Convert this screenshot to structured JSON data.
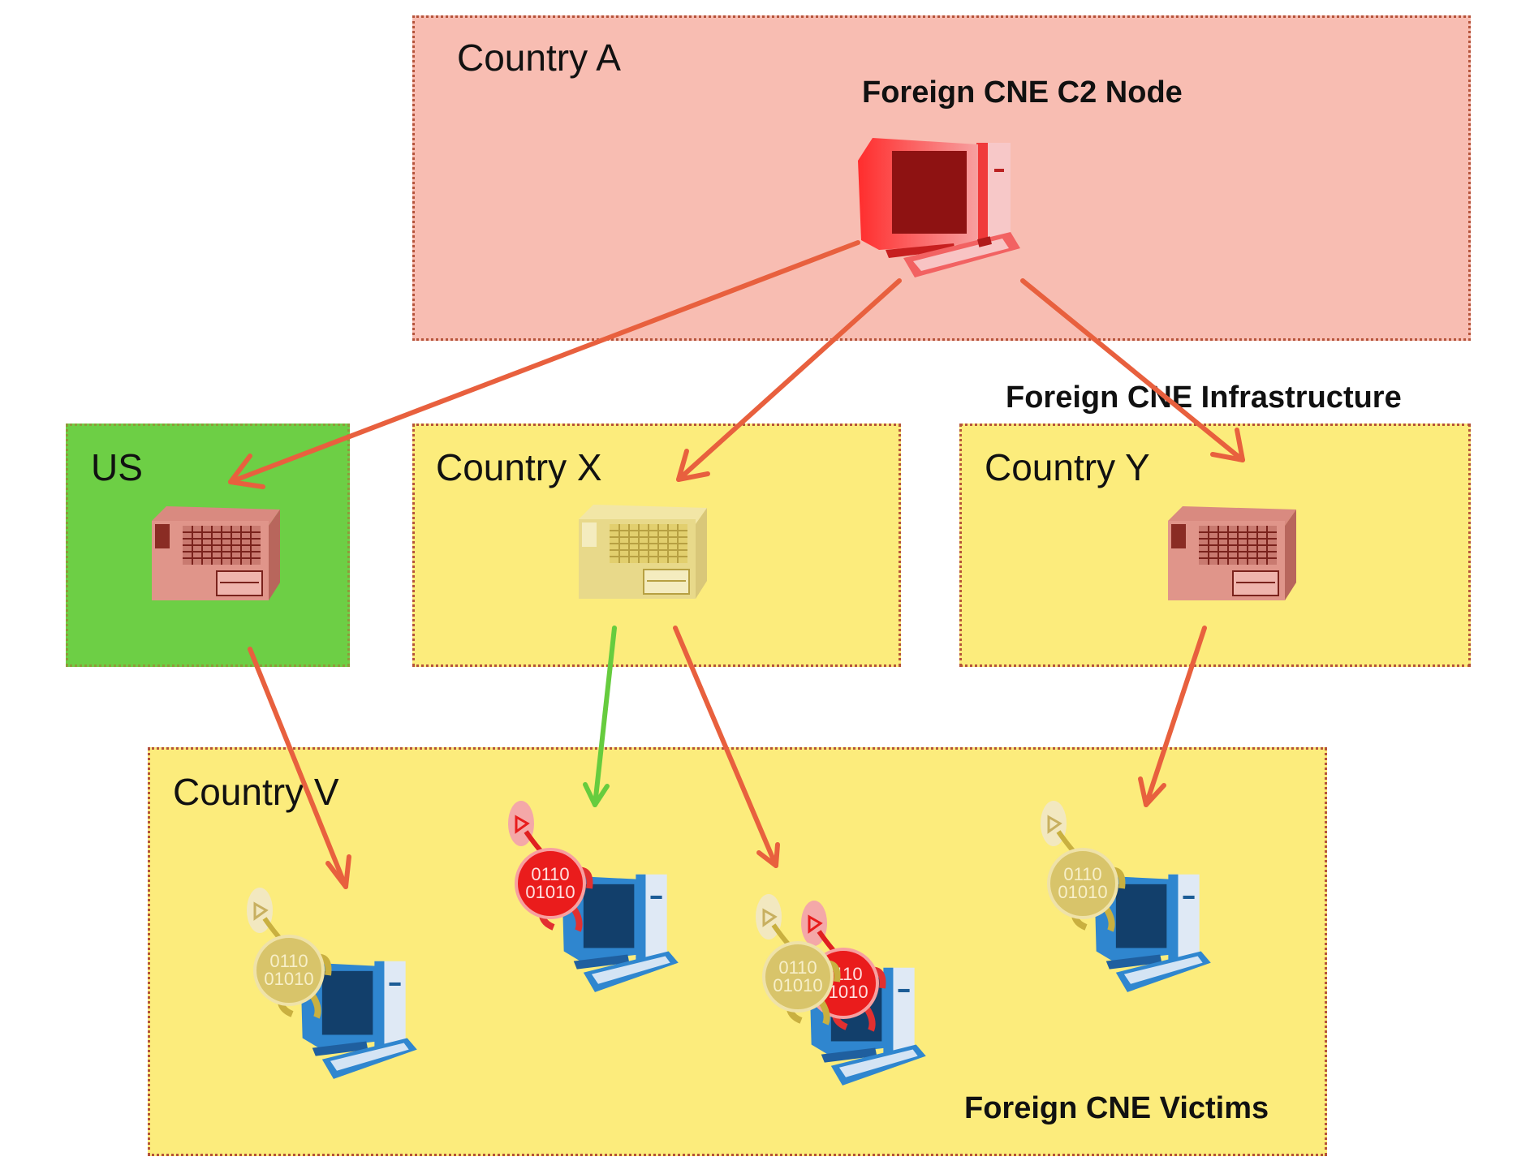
{
  "diagram": {
    "regions": {
      "country_a": {
        "label": "Country A",
        "fill": "#f8bdb2"
      },
      "us": {
        "label": "US",
        "fill": "#6dcf45"
      },
      "country_x": {
        "label": "Country X",
        "fill": "#fcec7c"
      },
      "country_y": {
        "label": "Country Y",
        "fill": "#fcec7c"
      },
      "country_v": {
        "label": "Country V",
        "fill": "#fcec7c"
      }
    },
    "captions": {
      "c2_node": "Foreign CNE C2 Node",
      "infrastructure": "Foreign CNE Infrastructure",
      "victims": "Foreign CNE Victims"
    },
    "nodes": [
      {
        "id": "c2",
        "icon": "red-desktop-computer-icon",
        "region": "country_a"
      },
      {
        "id": "us-server",
        "icon": "red-server-icon",
        "region": "us"
      },
      {
        "id": "x-server",
        "icon": "gold-server-icon",
        "region": "country_x"
      },
      {
        "id": "y-server",
        "icon": "red-server-icon",
        "region": "country_y"
      },
      {
        "id": "victim-1",
        "icon": "gold-infected-computer-icon",
        "region": "country_v"
      },
      {
        "id": "victim-2",
        "icon": "red-infected-computer-icon",
        "region": "country_v"
      },
      {
        "id": "victim-3",
        "icon": "gold-and-red-infected-computer-icon",
        "region": "country_v"
      },
      {
        "id": "victim-4",
        "icon": "gold-infected-computer-icon",
        "region": "country_v"
      }
    ],
    "edges": [
      {
        "from": "c2",
        "to": "us-server",
        "color": "#e8603e"
      },
      {
        "from": "c2",
        "to": "x-server",
        "color": "#e8603e"
      },
      {
        "from": "c2",
        "to": "y-server",
        "color": "#e8603e"
      },
      {
        "from": "us-server",
        "to": "victim-1",
        "color": "#e8603e"
      },
      {
        "from": "x-server",
        "to": "victim-2",
        "color": "#66cc3e"
      },
      {
        "from": "x-server",
        "to": "victim-3",
        "color": "#e8603e"
      },
      {
        "from": "y-server",
        "to": "victim-4",
        "color": "#e8603e"
      }
    ],
    "colors": {
      "border": "#b5533a",
      "attack_arrow": "#e8603e",
      "friendly_arrow": "#66cc3e"
    }
  }
}
